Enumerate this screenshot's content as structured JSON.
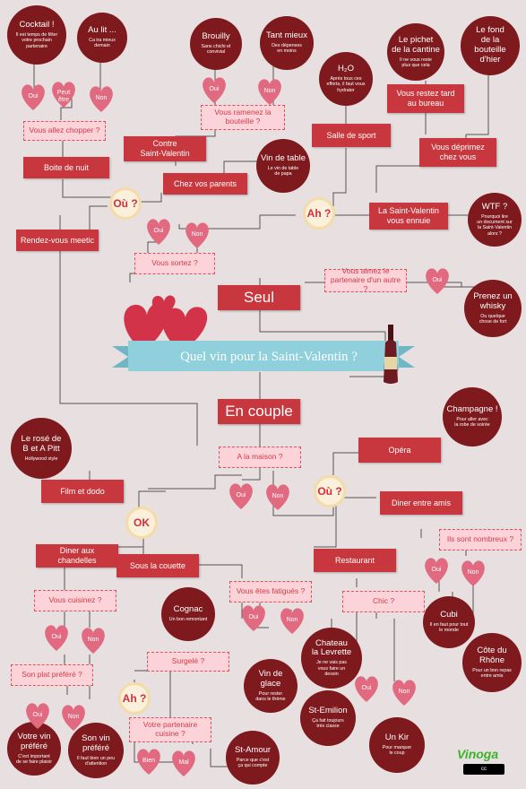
{
  "title": {
    "main": "Quel vin pour la Saint-Valentin ?",
    "seul": "Seul",
    "couple": "En couple"
  },
  "circles": {
    "cocktail": {
      "t": "Cocktail !",
      "s": "Il est temps de fêter\nvotre prochain\npartenaire"
    },
    "aulit": {
      "t": "Au lit ...",
      "s": "Ca ira mieux\ndemain"
    },
    "brouilly": {
      "t": "Brouilly",
      "s": "Sans chichi et\nconvivial"
    },
    "tantmieux": {
      "t": "Tant mieux",
      "s": "Des dépenses\nen moins"
    },
    "h2o": {
      "t": "H₂O",
      "s": "Après tous ces\nefforts, il faut vous\nhydrater"
    },
    "pichet": {
      "t": "Le pichet\nde la cantine",
      "s": "Il ne vous reste\nplus que cela"
    },
    "fond": {
      "t": "Le fond\nde la\nbouteille\nd'hier",
      "s": ""
    },
    "vintable": {
      "t": "Vin de table",
      "s": "Le vin de table\nde papa"
    },
    "wtf": {
      "t": "WTF ?",
      "s": "Pourquoi lire\nun document sur\nla Saint-Valentin\nalors ?"
    },
    "whisky": {
      "t": "Prenez un\nwhisky",
      "s": "Ou quelque\nchose de fort"
    },
    "rose": {
      "t": "Le rosé de\nB et A Pitt",
      "s": "Hollywood style"
    },
    "champagne": {
      "t": "Champagne !",
      "s": "Pour aller avec\nla robe de soirée"
    },
    "cognac": {
      "t": "Cognac",
      "s": "Un bon remontant"
    },
    "cubi": {
      "t": "Cubi",
      "s": "Il en faut pour tout\nle monde"
    },
    "chateau": {
      "t": "Chateau\nla Levrette",
      "s": "Je ne vais pas\nvous faire un\ndessin"
    },
    "cote": {
      "t": "Côte du\nRhône",
      "s": "Pour un bon repas\nentre amis"
    },
    "glace": {
      "t": "Vin de\nglace",
      "s": "Pour rester\ndans le thème"
    },
    "emilion": {
      "t": "St-Emilion",
      "s": "Ça fait toujours\ntrès classe"
    },
    "votrevin": {
      "t": "Votre vin\npréféré",
      "s": "C'est important\nde se faire plaisir"
    },
    "sonvin": {
      "t": "Son vin\npréféré",
      "s": "Il faut bien un peu\nd'attention"
    },
    "amour": {
      "t": "St-Amour",
      "s": "Parce que c'est\nça qui compte"
    },
    "unkir": {
      "t": "Un Kir",
      "s": "Pour marquer\nle coup"
    }
  },
  "boxes": {
    "boite": "Boite de nuit",
    "contre": "Contre\nSaint-Valentin",
    "parents": "Chez vos parents",
    "sport": "Salle de sport",
    "tard": "Vous restez tard\nau bureau",
    "deprimez": "Vous déprimez\nchez vous",
    "meetic": "Rendez-vous meetic",
    "ennuie": "La Saint-Valentin\nvous ennuie",
    "film": "Film et dodo",
    "opera": "Opéra",
    "diner_amis": "Diner entre amis",
    "chandelles": "Diner aux chandelles",
    "couette": "Sous la couette",
    "restaurant": "Restaurant"
  },
  "questions": {
    "chopper": "Vous allez chopper ?",
    "bouteille": "Vous ramenez la\nbouteille ?",
    "sortez": "Vous sortez ?",
    "partenaire": "Vous aimez le\npartenaire d'un autre ?",
    "maison": "A la maison ?",
    "nombreux": "Ils sont nombreux ?",
    "cuisinez": "Vous cuisinez ?",
    "fatigues": "Vous êtes fatigués ?",
    "chic": "Chic ?",
    "plat": "Son plat préféré ?",
    "surgele": "Surgelé ?",
    "cuisine": "Votre partenaire\ncuisine ?"
  },
  "hearts": {
    "oui": "Oui",
    "non": "Non",
    "peut": "Peut\nêtre",
    "bien": "Bien",
    "mal": "Mal"
  },
  "nodes": {
    "ou": "Où ?",
    "ah": "Ah ?",
    "ok": "OK"
  },
  "brand": {
    "logo": "Vinoga",
    "license": "cc"
  },
  "colors": {
    "background": "#e7dfe0",
    "box": "#c8373d",
    "circle": "#7e1a1d",
    "question_bg": "#fbd3d9",
    "heart": "#e16a80",
    "ribbon": "#8fd0dc"
  }
}
